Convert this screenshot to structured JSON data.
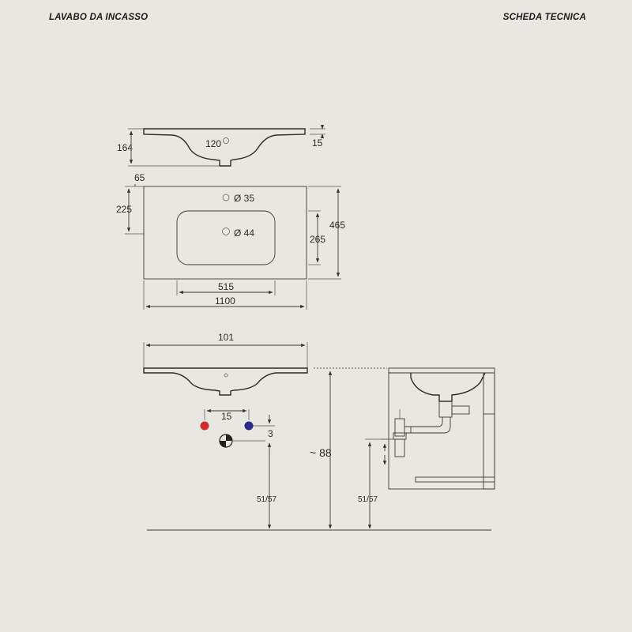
{
  "header": {
    "product_title": "LAVABO DA INCASSO",
    "sheet_title": "SCHEDA TECNICA"
  },
  "profile_view": {
    "height_label": "164",
    "depth_label": "120",
    "rim_label": "15"
  },
  "top_view": {
    "offset_label": "65",
    "tap_offset_label": "225",
    "tap_hole_label": "Ø 35",
    "drain_hole_label": "Ø 44",
    "basin_depth_label": "265",
    "total_depth_label": "465",
    "basin_width_label": "515",
    "total_width_label": "1100"
  },
  "front_view": {
    "width_label": "101",
    "tap_spacing_label": "15",
    "offset_small_label": "3",
    "height_label": "~ 88",
    "supply_height_label": "51/57",
    "drain_height_label": "51/57"
  },
  "colors": {
    "background": "#e8e7e2",
    "hot_water": "#d42a2a",
    "cold_water": "#2a2a8a",
    "line": "#3a3a3a"
  }
}
